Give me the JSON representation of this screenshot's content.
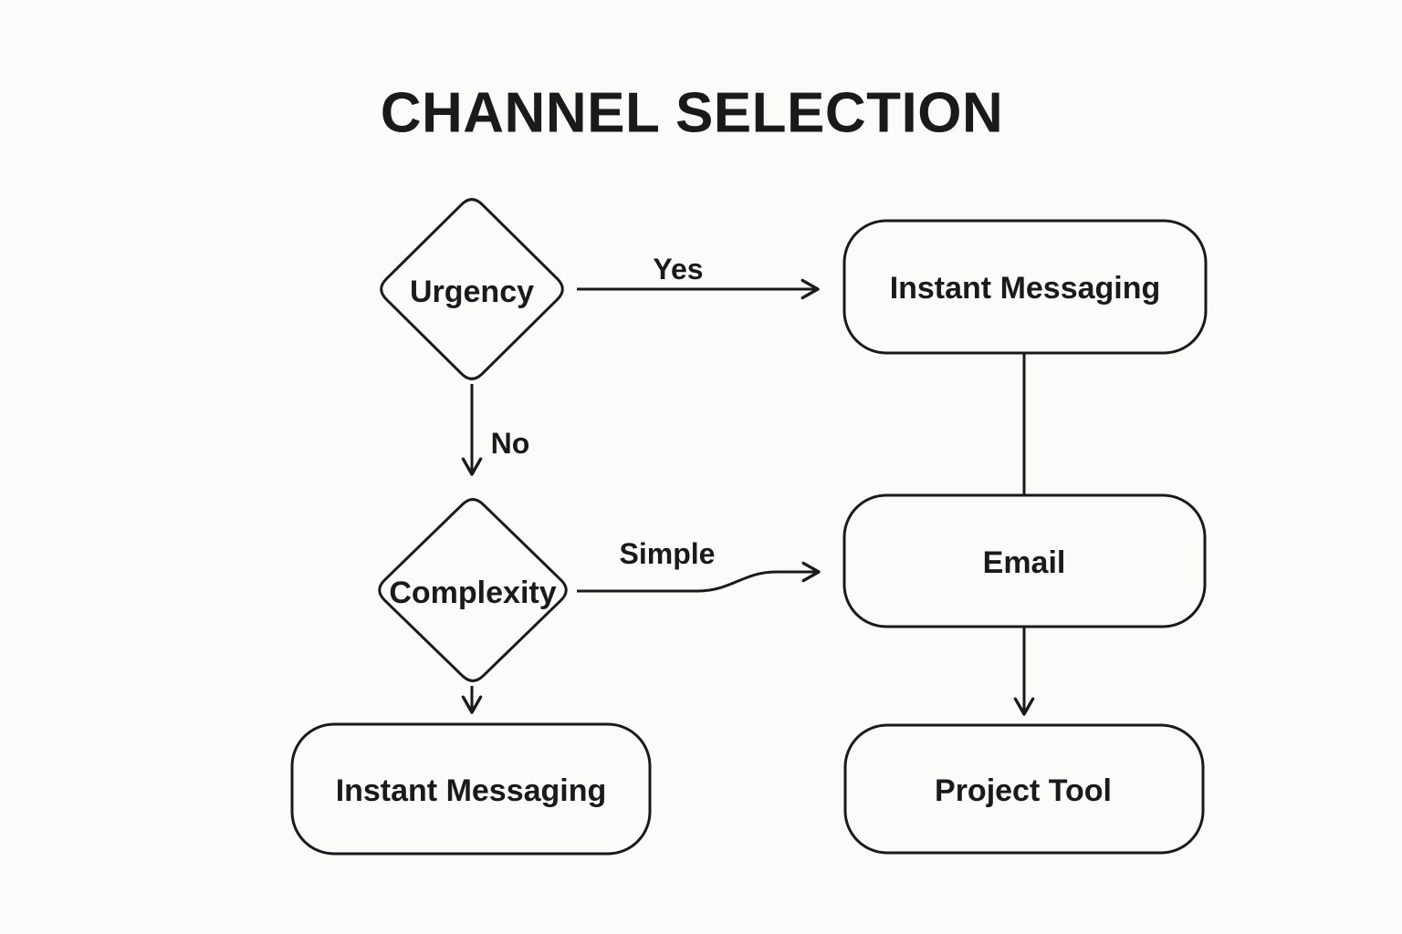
{
  "title": "CHANNEL SELECTION",
  "colors": {
    "ink": "#1a1a1a",
    "bg": "#fbfbf9"
  },
  "diagram": {
    "type": "flowchart",
    "nodes": [
      {
        "id": "urgency",
        "shape": "diamond",
        "label": "Urgency"
      },
      {
        "id": "im-top",
        "shape": "rounded-rect",
        "label": "Instant Messaging"
      },
      {
        "id": "complexity",
        "shape": "diamond",
        "label": "Complexity"
      },
      {
        "id": "email",
        "shape": "rounded-rect",
        "label": "Email"
      },
      {
        "id": "im-bottom",
        "shape": "rounded-rect",
        "label": "Instant Messaging"
      },
      {
        "id": "project-tool",
        "shape": "rounded-rect",
        "label": "Project Tool"
      }
    ],
    "edges": [
      {
        "from": "urgency",
        "to": "im-top",
        "label": "Yes",
        "arrowhead": true
      },
      {
        "from": "urgency",
        "to": "complexity",
        "label": "No",
        "arrowhead": true
      },
      {
        "from": "complexity",
        "to": "email",
        "label": "Simple",
        "arrowhead": true
      },
      {
        "from": "complexity",
        "to": "im-bottom",
        "label": "",
        "arrowhead": true
      },
      {
        "from": "im-top",
        "to": "email",
        "label": "",
        "arrowhead": false
      },
      {
        "from": "email",
        "to": "project-tool",
        "label": "",
        "arrowhead": true
      }
    ]
  }
}
